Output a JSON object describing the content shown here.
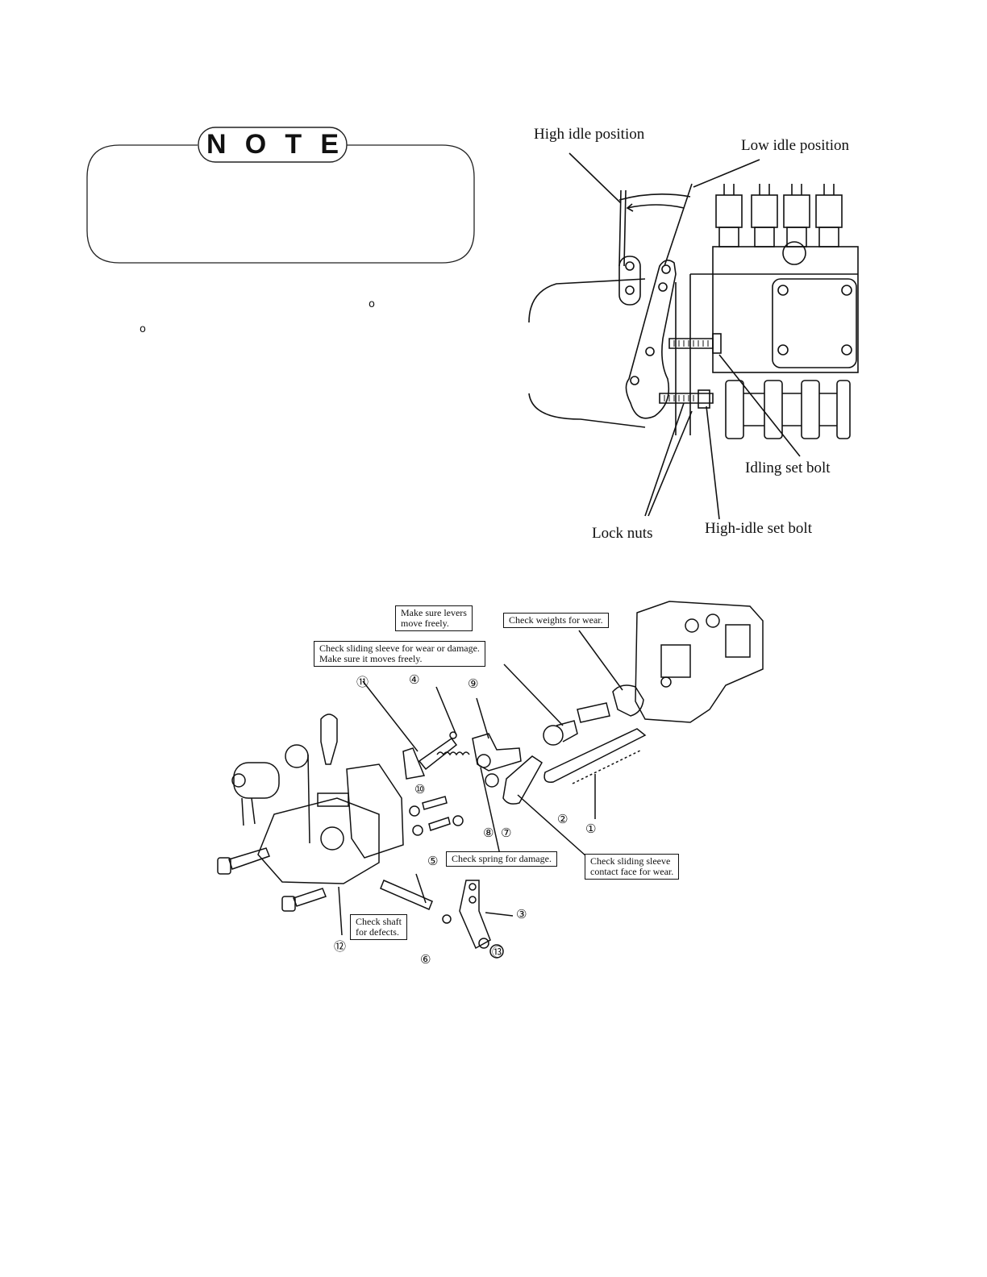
{
  "note_box": {
    "title_letters": [
      "N",
      "O",
      "T",
      "E"
    ]
  },
  "degree_marks": [
    "o",
    "o"
  ],
  "idle_diagram": {
    "labels": {
      "high_idle_position": "High idle position",
      "low_idle_position": "Low idle position",
      "idling_set_bolt": "Idling set bolt",
      "lock_nuts": "Lock nuts",
      "high_idle_set_bolt": "High-idle set bolt"
    }
  },
  "governor_diagram": {
    "callouts": {
      "levers": "Make sure levers\nmove freely.",
      "weights": "Check weights for wear.",
      "sliding_sleeve": "Check sliding sleeve for wear or damage.\nMake sure it moves freely.",
      "spring": "Check spring for damage.",
      "contact_face": "Check sliding sleeve\ncontact face for wear.",
      "shaft": "Check shaft\nfor defects."
    },
    "part_numbers": {
      "n1": "①",
      "n2": "②",
      "n3": "③",
      "n4": "④",
      "n5": "⑤",
      "n6": "⑥",
      "n7": "⑦",
      "n8": "⑧",
      "n9": "⑨",
      "n10": "⑩",
      "n11": "⑪",
      "n12": "⑫",
      "n13": "⑬"
    }
  }
}
